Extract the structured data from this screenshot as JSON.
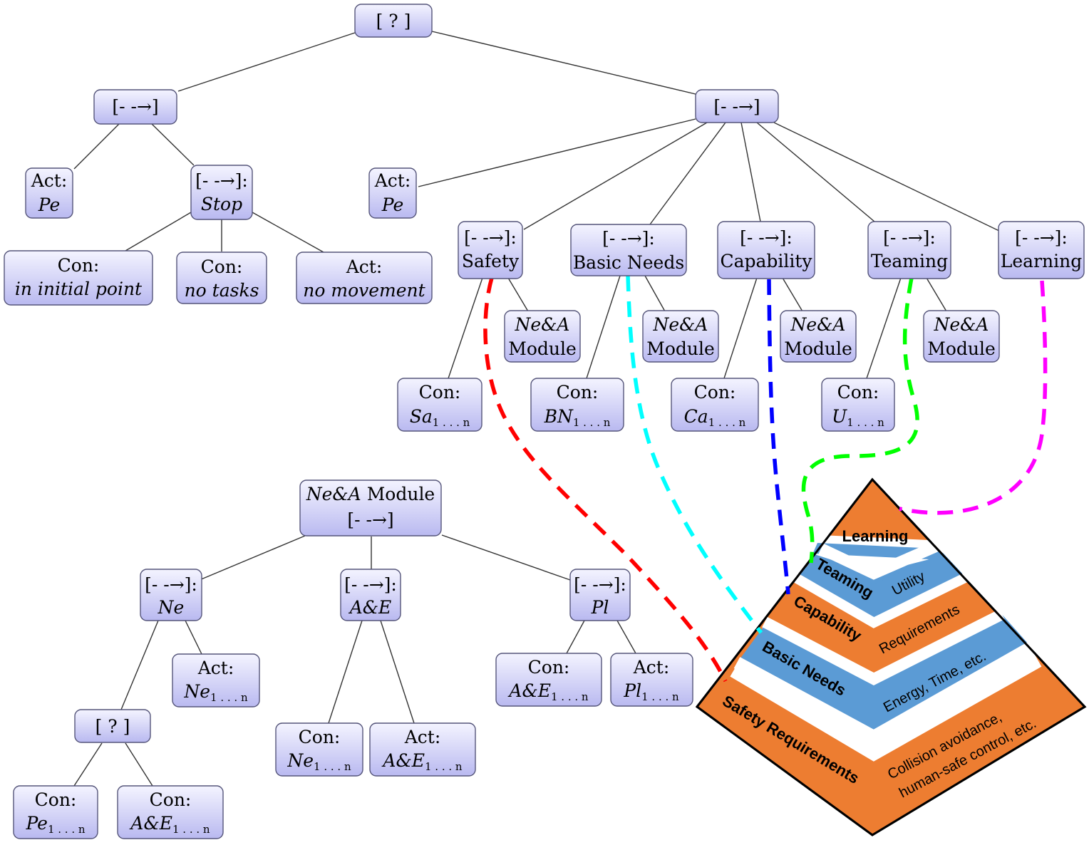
{
  "tree_top": {
    "root": "[ ? ]",
    "seq_left": "[- -→]",
    "seq_right": "[- -→]",
    "left_act": {
      "kind": "Act:",
      "value": "Pe"
    },
    "stop": {
      "kind": "[- -→]:",
      "value": "Stop"
    },
    "stop_children": [
      {
        "kind": "Con:",
        "value": "in initial point"
      },
      {
        "kind": "Con:",
        "value": "no tasks"
      },
      {
        "kind": "Act:",
        "value": "no movement"
      }
    ],
    "right_act": {
      "kind": "Act:",
      "value": "Pe"
    },
    "layers": [
      {
        "kind": "[- -→]:",
        "value": "Safety",
        "module_a": "Ne&A",
        "module_b": "Module",
        "con_kind": "Con:",
        "con_value": "Sa",
        "con_sub": "1 . . . n"
      },
      {
        "kind": "[- -→]:",
        "value": "Basic Needs",
        "module_a": "Ne&A",
        "module_b": "Module",
        "con_kind": "Con:",
        "con_value": "BN",
        "con_sub": "1 . . . n"
      },
      {
        "kind": "[- -→]:",
        "value": "Capability",
        "module_a": "Ne&A",
        "module_b": "Module",
        "con_kind": "Con:",
        "con_value": "Ca",
        "con_sub": "1 . . . n"
      },
      {
        "kind": "[- -→]:",
        "value": "Teaming",
        "module_a": "Ne&A",
        "module_b": "Module",
        "con_kind": "Con:",
        "con_value": "U",
        "con_sub": "1 . . . n"
      },
      {
        "kind": "[- -→]:",
        "value": "Learning"
      }
    ]
  },
  "tree_module": {
    "root_a": "Ne&A",
    "root_b": "Module",
    "root_seq": "[- -→]",
    "ne": {
      "kind": "[- -→]:",
      "value": "Ne"
    },
    "ae": {
      "kind": "[- -→]:",
      "value": "A&E"
    },
    "pl": {
      "kind": "[- -→]:",
      "value": "Pl"
    },
    "ne_act": {
      "kind": "Act:",
      "value": "Ne",
      "sub": "1 . . . n"
    },
    "ne_fallback": "[ ? ]",
    "fb_con1": {
      "kind": "Con:",
      "value": "Pe",
      "sub": "1 . . . n"
    },
    "fb_con2": {
      "kind": "Con:",
      "value": "A&E",
      "sub": "1 . . . n"
    },
    "ae_con": {
      "kind": "Con:",
      "value": "Ne",
      "sub": "1 . . . n"
    },
    "ae_act": {
      "kind": "Act:",
      "value": "A&E",
      "sub": "1 . . . n"
    },
    "pl_con": {
      "kind": "Con:",
      "value": "A&E",
      "sub": "1 . . . n"
    },
    "pl_act": {
      "kind": "Act:",
      "value": "Pl",
      "sub": "1 . . . n"
    }
  },
  "pyramid": {
    "levels": [
      {
        "name": "Learning",
        "detail": ""
      },
      {
        "name": "Teaming",
        "detail": "Utility"
      },
      {
        "name": "Capability",
        "detail": "Requirements"
      },
      {
        "name": "Basic Needs",
        "detail": "Energy, Time, etc."
      },
      {
        "name": "Safety Requirements",
        "detail_1": "Collision avoidance,",
        "detail_2": "human-safe control, etc."
      }
    ],
    "colors": {
      "orange": "#ED7D31",
      "blue": "#5B9BD5"
    }
  },
  "link_colors": {
    "safety": "#FF0000",
    "basic_needs": "#00FFFF",
    "capability": "#0000FF",
    "teaming": "#00FF00",
    "learning": "#FF00FF"
  }
}
